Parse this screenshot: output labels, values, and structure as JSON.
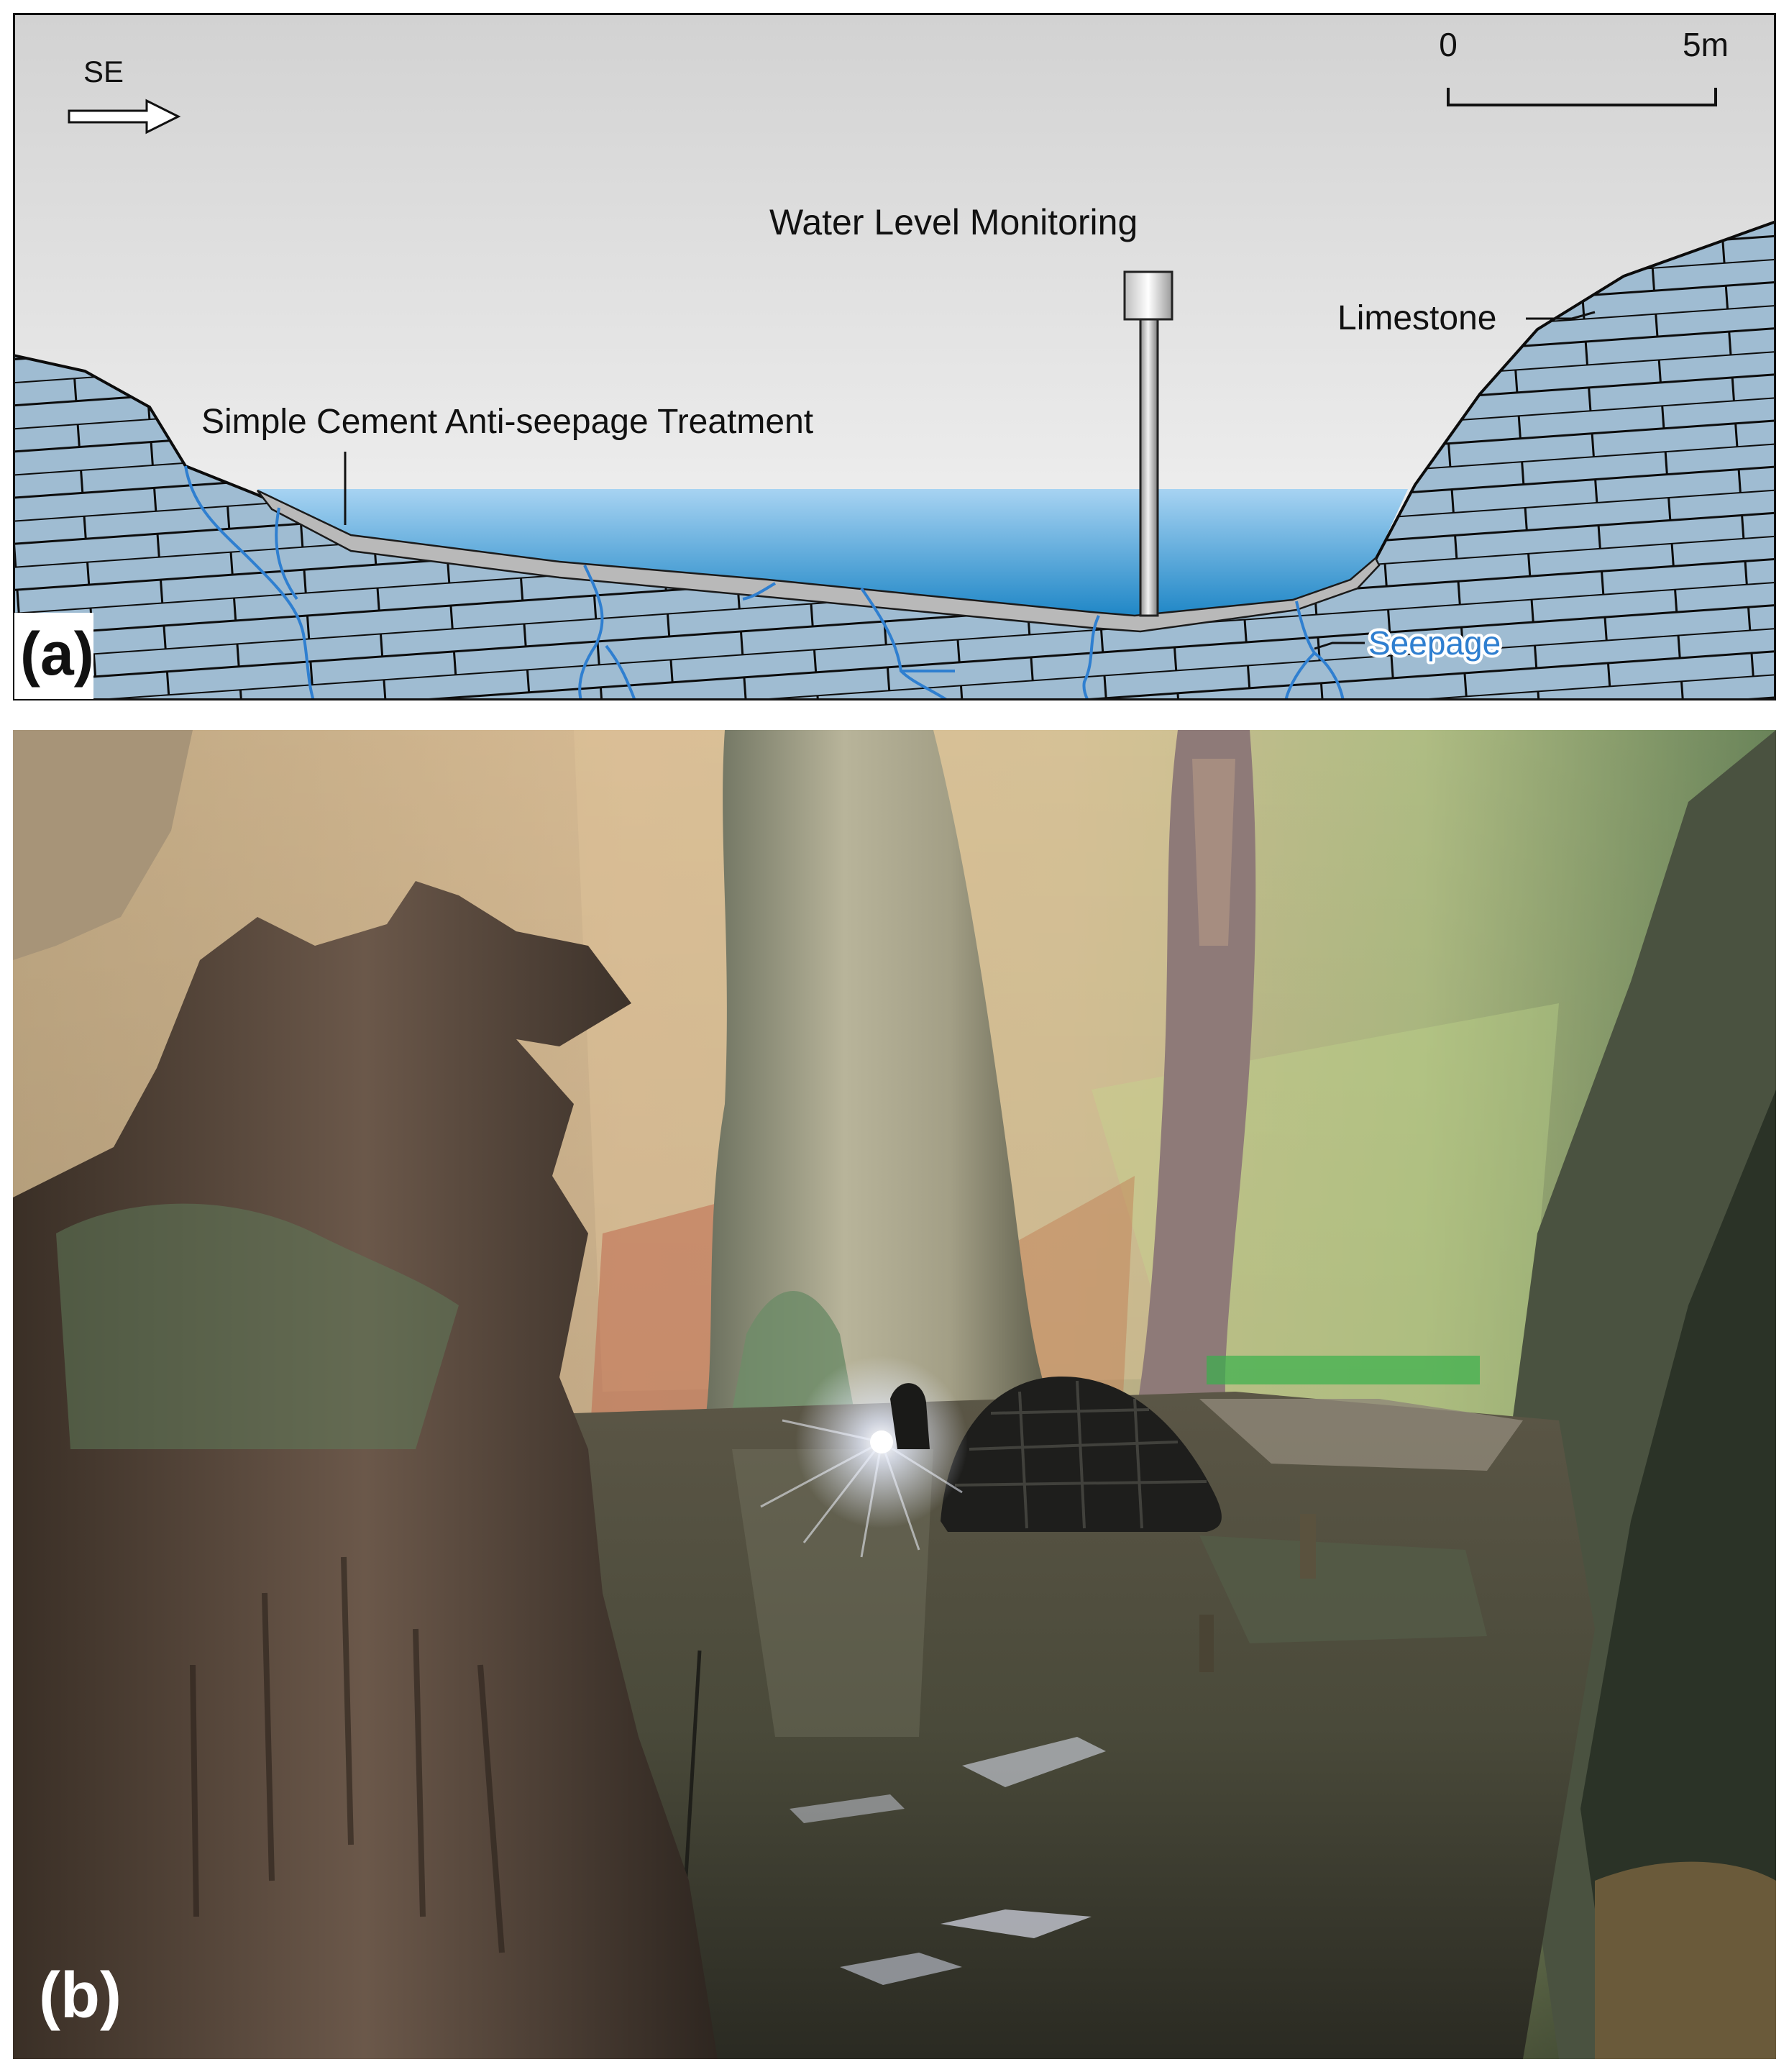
{
  "panel_a": {
    "label": "(a)",
    "direction": {
      "text": "SE",
      "icon": "arrow-right-icon"
    },
    "scale_bar": {
      "start_label": "0",
      "end_label": "5m"
    },
    "labels": {
      "water_level": "Water Level Monitoring",
      "limestone": "Limestone",
      "treatment": "Simple Cement Anti-seepage Treatment",
      "seepage": "Seepage"
    },
    "colors": {
      "sky_top": "#d2d2d2",
      "sky_bottom": "#f8f8f8",
      "limestone_fill": "#9fbcd2",
      "water_top": "#a7d3f2",
      "water_bottom": "#1e86c6",
      "cement": "#b9b9b9",
      "seepage_lines": "#2f7fd0",
      "seepage_label": "#2f7fd0"
    }
  },
  "panel_b": {
    "label": "(b)"
  }
}
